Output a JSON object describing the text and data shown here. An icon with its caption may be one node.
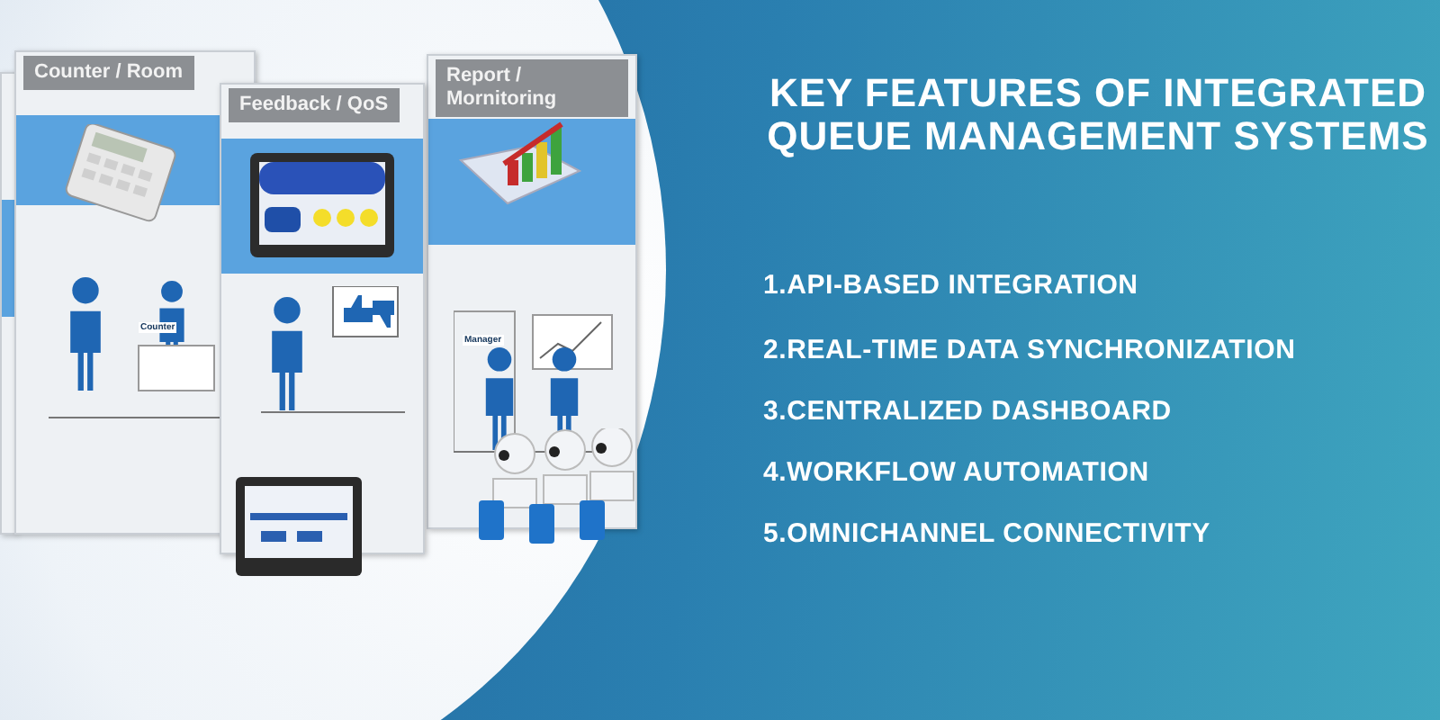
{
  "diagram": {
    "title": "KEY FEATURES OF INTEGRATED QUEUE MANAGEMENT SYSTEMS",
    "nodes": [
      {
        "text": [],
        "shape": "box"
      },
      {
        "text": [
          "Counter / Room"
        ]
      },
      {
        "text": [
          "Feedback / QoS"
        ]
      },
      {
        "text": [
          "Report / Mornitoring"
        ]
      }
    ],
    "labels": [
      "Counter",
      "Manager",
      "1.API-BASED INTEGRATION",
      "2.REAL-TIME DATA SYNCHRONIZATION",
      "3.CENTRALIZED DASHBOARD",
      "4.WORKFLOW AUTOMATION",
      "5.OMNICHANNEL CONNECTIVITY"
    ]
  }
}
